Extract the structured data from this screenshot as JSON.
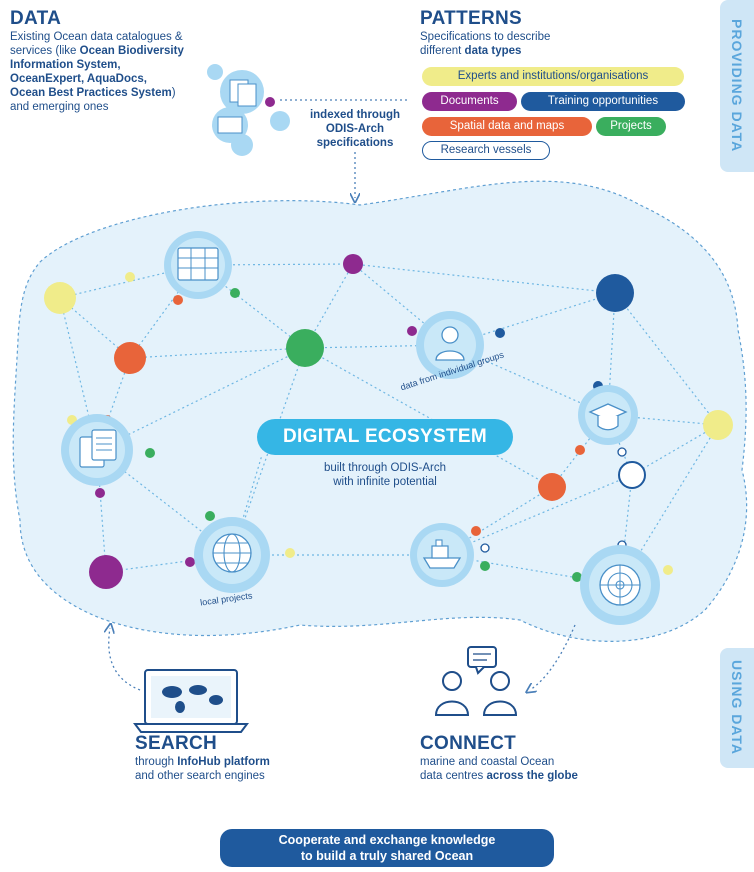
{
  "data_section": {
    "title": "DATA",
    "line1": "Existing Ocean data catalogues &",
    "line2_pre": "services (like ",
    "line2_bold": "Ocean Biodiversity",
    "line3_bold": "Information System,",
    "line4_bold": "OceanExpert, AquaDocs,",
    "line5_bold": "Ocean Best Practices System",
    "line5_post": ")",
    "line6": "and emerging ones"
  },
  "indexed": {
    "line1": "indexed through",
    "line2": "ODIS-Arch",
    "line3": "specifications"
  },
  "patterns": {
    "title": "PATTERNS",
    "line1": "Specifications to describe",
    "line2_pre": "different ",
    "line2_bold": "data types",
    "pills": [
      {
        "label": "Experts and institutions/organisations",
        "color": "#f0ec8a",
        "text_color": "#1f4e8a"
      },
      {
        "label": "Documents",
        "color": "#8e2a8f",
        "text_color": "#ffffff"
      },
      {
        "label": "Training opportunities",
        "color": "#1f5a9e",
        "text_color": "#ffffff"
      },
      {
        "label": "Spatial data and maps",
        "color": "#e8643a",
        "text_color": "#ffffff"
      },
      {
        "label": "Projects",
        "color": "#3aae5e",
        "text_color": "#ffffff"
      },
      {
        "label": "Research vessels",
        "color": "#ffffff",
        "text_color": "#1f4e8a"
      }
    ]
  },
  "side_tabs": {
    "providing": "PROVIDING DATA",
    "using": "USING DATA"
  },
  "ecosystem": {
    "title": "DIGITAL ECOSYSTEM",
    "sub_line1": "built through ODIS-Arch",
    "sub_line2": "with infinite potential",
    "label_groups": "data from individual groups",
    "label_local": "local projects"
  },
  "search": {
    "title": "SEARCH",
    "line1_pre": "through ",
    "line1_bold": "InfoHub platform",
    "line2": "and other search engines"
  },
  "connect": {
    "title": "CONNECT",
    "line1": "marine and coastal Ocean",
    "line2_pre": "data centres ",
    "line2_bold": "across the globe"
  },
  "footer": {
    "line1": "Cooperate and exchange knowledge",
    "line2": "to build a truly shared Ocean"
  },
  "colors": {
    "navy": "#1f5a9e",
    "dark_text": "#1f4e8a",
    "light_blue": "#35b6e5",
    "ecosystem_bg": "#e4f2fb",
    "yellow": "#f0ec8a",
    "purple": "#8e2a8f",
    "orange": "#e8643a",
    "green": "#3aae5e"
  }
}
